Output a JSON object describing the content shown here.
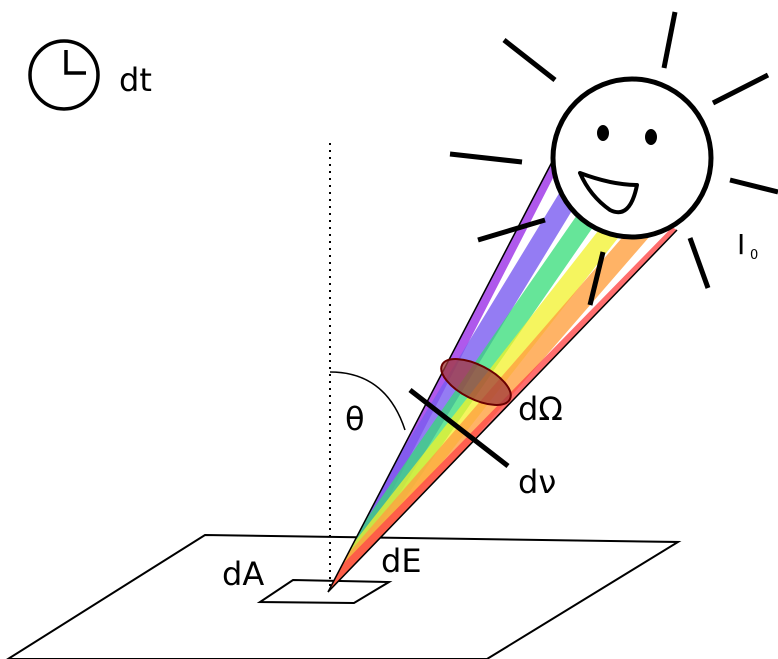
{
  "labels": {
    "time": "dt",
    "angle": "θ",
    "solid_angle": "dΩ",
    "frequency": "dν",
    "area": "dA",
    "energy": "dE",
    "intensity": "I",
    "intensity_sub": "0"
  },
  "colors": {
    "violet": "#9b30e8",
    "blue": "#7a5cf0",
    "green": "#33dd77",
    "yellow": "#f2f22a",
    "orange": "#ffa040",
    "red": "#ff4a4a",
    "ellipse_fill": "#a03a3a",
    "ellipse_stroke": "#700000",
    "ink": "#000000"
  },
  "icons": {
    "clock": "clock-icon",
    "sun": "smiling-sun-icon"
  }
}
